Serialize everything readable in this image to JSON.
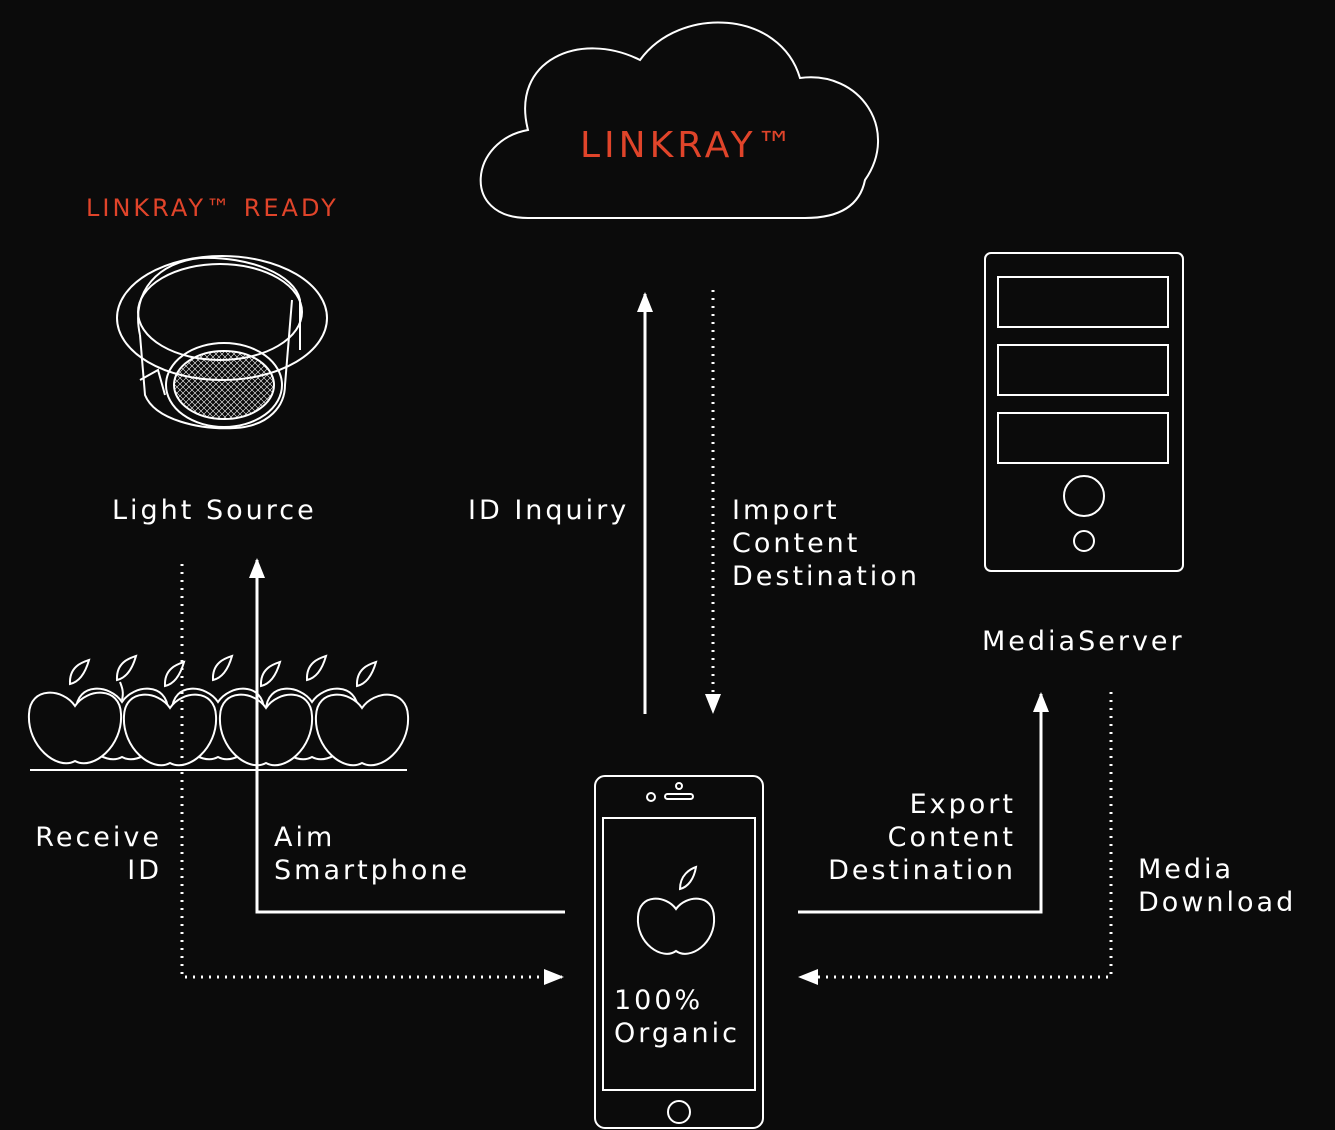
{
  "colors": {
    "background": "#0b0b0b",
    "line": "#ffffff",
    "accent": "#e0442a"
  },
  "cloud": {
    "title": "LINKRAY™"
  },
  "light": {
    "ready_label": "LINKRAY™ READY",
    "name": "Light Source"
  },
  "server": {
    "name": "MediaServer"
  },
  "phone": {
    "screen_text": "100%\nOrganic"
  },
  "flows": {
    "id_inquiry": "ID Inquiry",
    "import_content": "Import\nContent\nDestination",
    "receive_id": "Receive\nID",
    "aim_smartphone": "Aim\nSmartphone",
    "export_content": "Export\nContent\nDestination",
    "media_download": "Media\nDownload"
  },
  "icons": [
    "cloud-icon",
    "downlight-icon",
    "server-icon",
    "smartphone-icon",
    "apple-icon"
  ]
}
